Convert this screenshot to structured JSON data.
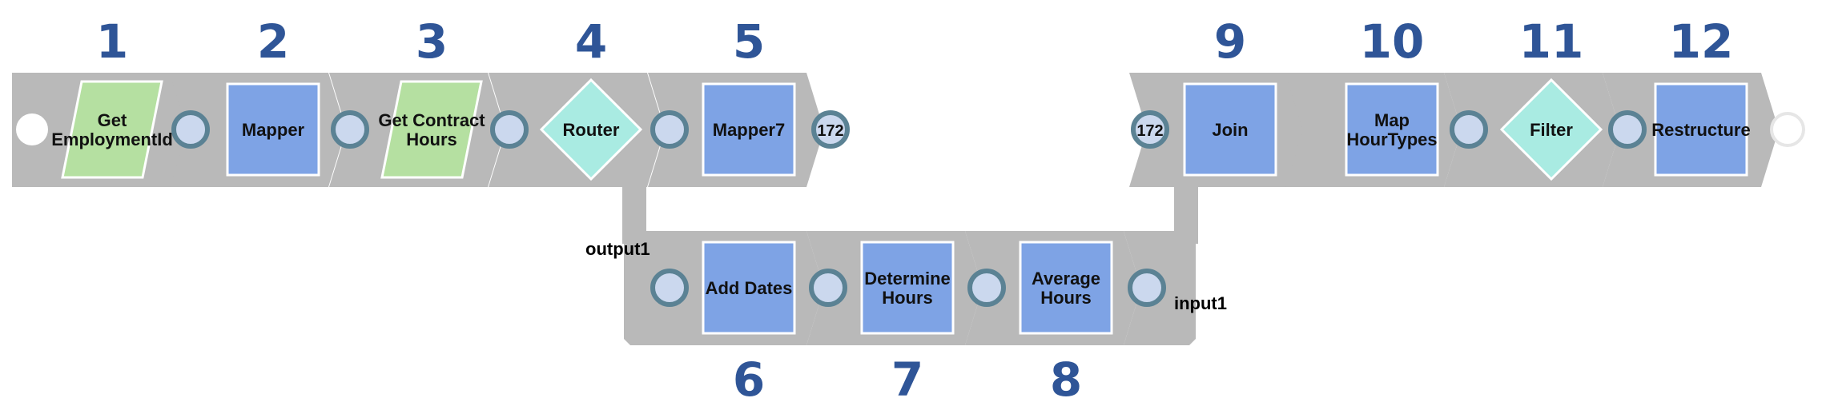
{
  "pipeline": {
    "snaps": [
      {
        "number": "1",
        "label": [
          "Get",
          "EmploymentId"
        ],
        "shape": "parallelogram"
      },
      {
        "number": "2",
        "label": [
          "Mapper"
        ],
        "shape": "square"
      },
      {
        "number": "3",
        "label": [
          "Get Contract",
          "Hours"
        ],
        "shape": "parallelogram"
      },
      {
        "number": "4",
        "label": [
          "Router"
        ],
        "shape": "diamond"
      },
      {
        "number": "5",
        "label": [
          "Mapper7"
        ],
        "shape": "square"
      },
      {
        "number": "6",
        "label": [
          "Add Dates"
        ],
        "shape": "square"
      },
      {
        "number": "7",
        "label": [
          "Determine",
          "Hours"
        ],
        "shape": "square"
      },
      {
        "number": "8",
        "label": [
          "Average",
          "Hours"
        ],
        "shape": "square"
      },
      {
        "number": "9",
        "label": [
          "Join"
        ],
        "shape": "square"
      },
      {
        "number": "10",
        "label": [
          "Map",
          "HourTypes"
        ],
        "shape": "square"
      },
      {
        "number": "11",
        "label": [
          "Filter"
        ],
        "shape": "diamond"
      },
      {
        "number": "12",
        "label": [
          "Restructure"
        ],
        "shape": "square"
      }
    ],
    "port_labels": {
      "router_output": "output1",
      "join_input": "input1"
    },
    "document_counts": {
      "mapper7_output": "172",
      "join_input": "172"
    }
  },
  "colors": {
    "band": "#b9b9b9",
    "snap_blue": "#7ea3e5",
    "snap_green": "#b5e0a1",
    "snap_teal": "#a9ebe2",
    "number": "#2f5597",
    "port_fill": "#cbd8ee",
    "port_ring": "#5b8294"
  }
}
